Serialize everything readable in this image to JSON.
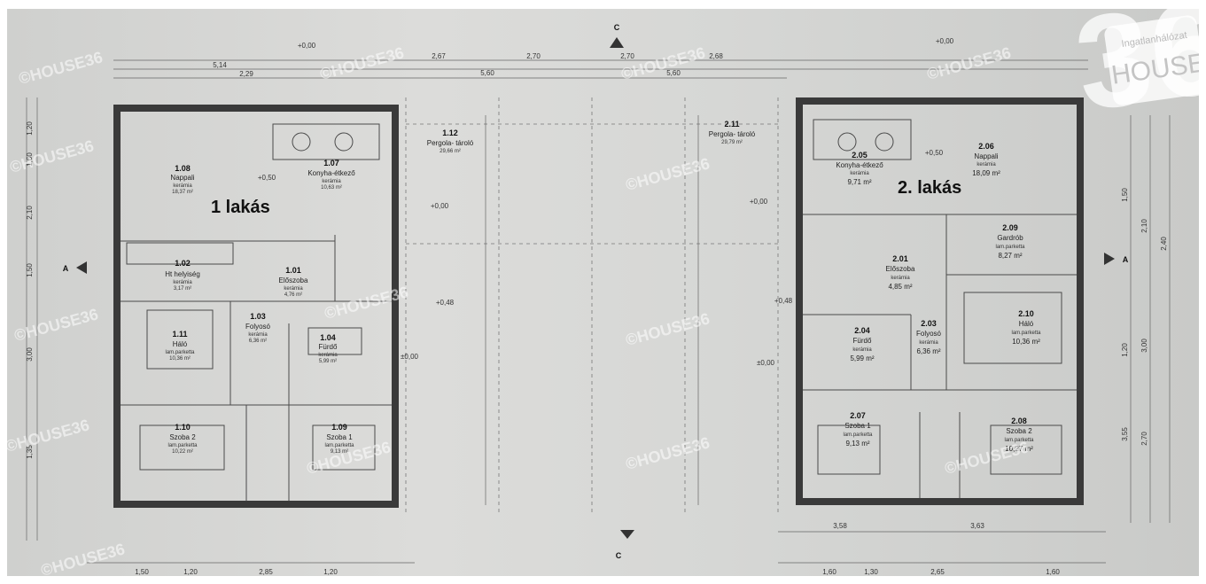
{
  "apartments": {
    "left": {
      "title": "1 lakás",
      "rooms": [
        {
          "id": "1.08",
          "name": "Nappali",
          "floor": "kerámia",
          "area": "18,37 m²"
        },
        {
          "id": "1.07",
          "name": "Konyha-étkező",
          "floor": "kerámia",
          "area": "10,63 m²"
        },
        {
          "id": "1.02",
          "name": "Ht helyiség",
          "floor": "kerámia",
          "area": "3,17 m²"
        },
        {
          "id": "1.01",
          "name": "Előszoba",
          "floor": "kerámia",
          "area": "4,76 m²"
        },
        {
          "id": "1.03",
          "name": "Folyosó",
          "floor": "kerámia",
          "area": "6,36 m²"
        },
        {
          "id": "1.04",
          "name": "Fürdő",
          "floor": "kerámia",
          "area": "5,99 m²"
        },
        {
          "id": "1.11",
          "name": "Háló",
          "floor": "lam.parketta",
          "area": "10,36 m²"
        },
        {
          "id": "1.10",
          "name": "Szoba 2",
          "floor": "lam.parketta",
          "area": "10,22 m²"
        },
        {
          "id": "1.09",
          "name": "Szoba 1",
          "floor": "lam.parketta",
          "area": "9,13 m²"
        }
      ]
    },
    "right": {
      "title": "2. lakás",
      "rooms": [
        {
          "id": "2.05",
          "name": "Konyha-étkező",
          "floor": "kerámia",
          "area": "9,71 m²"
        },
        {
          "id": "2.06",
          "name": "Nappali",
          "floor": "kerámia",
          "area": "18,09 m²"
        },
        {
          "id": "2.09",
          "name": "Gardrób",
          "floor": "lam.parketta",
          "area": "8,27 m²"
        },
        {
          "id": "2.01",
          "name": "Előszoba",
          "floor": "kerámia",
          "area": "4,85 m²"
        },
        {
          "id": "2.04",
          "name": "Fürdő",
          "floor": "kerámia",
          "area": "5,99 m²"
        },
        {
          "id": "2.03",
          "name": "Folyosó",
          "floor": "kerámia",
          "area": "6,36 m²"
        },
        {
          "id": "2.10",
          "name": "Háló",
          "floor": "lam.parketta",
          "area": "10,36 m²"
        },
        {
          "id": "2.07",
          "name": "Szoba 1",
          "floor": "lam.parketta",
          "area": "9,13 m²"
        },
        {
          "id": "2.08",
          "name": "Szoba 2",
          "floor": "lam.parketta",
          "area": "10,27 m²"
        }
      ]
    }
  },
  "pergolas": [
    {
      "id": "1.12",
      "name": "Pergola- tároló",
      "area": "29,66 m²"
    },
    {
      "id": "2.11",
      "name": "Pergola- tároló",
      "area": "29,79 m²"
    }
  ],
  "section_markers": {
    "a": "A",
    "c": "C"
  },
  "top_dims": [
    "5,14",
    "2,29",
    "2,67",
    "2,70",
    "2,70",
    "2,68",
    "5,60",
    "5,60"
  ],
  "bottom_dims_left": [
    "1,50",
    "1,20",
    "2,85",
    "1,20"
  ],
  "bottom_dims_right": [
    "3,58",
    "3,63",
    "1,60",
    "1,30",
    "2,65",
    "1,60"
  ],
  "side_dims_left": [
    "1,20",
    "1,60",
    "2,10",
    "1,50",
    "3,00",
    "1,35"
  ],
  "side_dims_right": [
    "1,50",
    "2,10",
    "2,40",
    "1,20",
    "3,00",
    "3,55",
    "2,70"
  ],
  "levels": [
    "+0,00",
    "+0,48",
    "+0,50",
    "±0,00"
  ],
  "watermark": {
    "text": "©HOUSE36",
    "badge_top": "Ingatlanhálózat",
    "badge_main": "HOUSE",
    "badge_num": "36"
  }
}
